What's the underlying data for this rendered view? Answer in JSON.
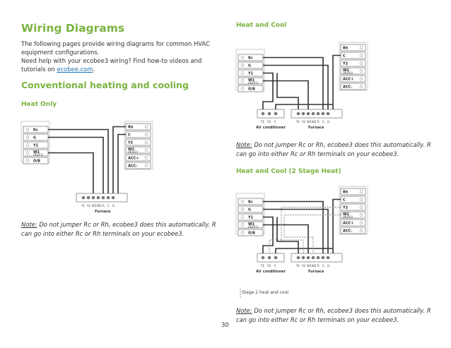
{
  "left": {
    "title": "Wiring Diagrams",
    "intro": "The following pages provide wiring diagrams for common HVAC equipment configurations.",
    "help_prefix": "Need help with your ecobee3 wiring? Find how-to videos and tutorials on ",
    "help_link": "ecobee.com",
    "help_suffix": ".",
    "section_title": "Conventional heating and cooling",
    "diagram_title": "Heat Only",
    "note_label": "Note:",
    "note_text": " Do not jumper Rc or Rh, ecobee3 does this automatically. R can go into either Rc or Rh terminals on your ecobee3."
  },
  "right": {
    "diagram1_title": "Heat and Cool",
    "note1_label": "Note:",
    "note1_text": " Do not jumper Rc or Rh, ecobee3 does this automatically. R can go into either Rc or Rh terminals on your ecobee3.",
    "diagram2_title": "Heat and Cool (2 Stage Heat)",
    "legend_text": "Stage 2 heat and cool",
    "note2_label": "Note:",
    "note2_text": " Do not jumper Rc or Rh, ecobee3 does this automatically. R can go into either Rc or Rh terminals on your ecobee3."
  },
  "diagram_labels": {
    "left_terminals": [
      "Rc",
      "G",
      "Y1",
      "W1",
      "O/B"
    ],
    "w1_sub": "(AUX1)",
    "right_terminals": [
      "Rh",
      "C",
      "Y2",
      "W2",
      "ACC+",
      "ACC-"
    ],
    "w2_sub": "(AUX2)",
    "furnace_terminals": [
      "Y1",
      "Y2",
      "W1",
      "W2",
      "R",
      "C",
      "G"
    ],
    "ac_terminals": [
      "Y1",
      "Y2",
      "C"
    ],
    "furnace": "Furnace",
    "air_conditioner": "Air conditioner"
  },
  "page_number": "30"
}
